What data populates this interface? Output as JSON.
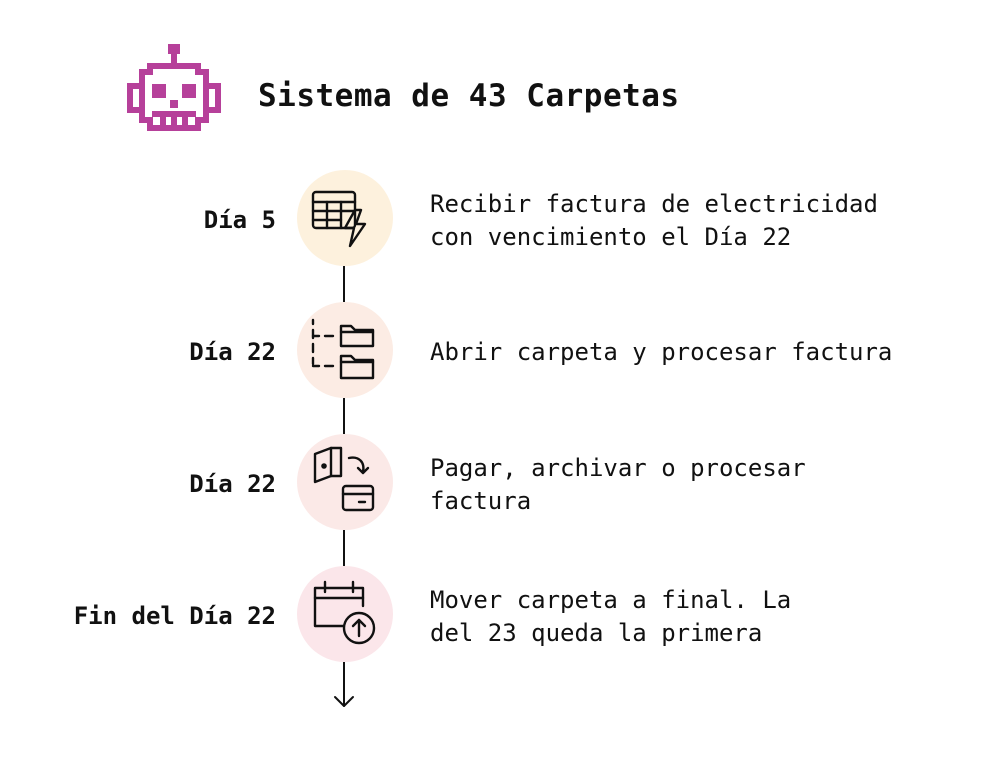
{
  "header": {
    "title": "Sistema de 43 Carpetas",
    "logo_icon": "robot-icon",
    "logo_color": "#b6409a"
  },
  "steps": [
    {
      "day": "Día 5",
      "text": "Recibir factura de electricidad\ncon vencimiento el Día 22",
      "icon": "electric-bill-icon",
      "circle_color": "#fdf1dd"
    },
    {
      "day": "Día 22",
      "text": "Abrir carpeta y procesar factura",
      "icon": "folder-tree-icon",
      "circle_color": "#fcece4"
    },
    {
      "day": "Día 22",
      "text": "Pagar, archivar o procesar\nfactura",
      "icon": "wallet-transfer-icon",
      "circle_color": "#fbe9e7"
    },
    {
      "day": "Fin del Día 22",
      "text": "Mover carpeta a final. La\ndel 23 queda la primera",
      "icon": "calendar-upload-icon",
      "circle_color": "#fbe6ea"
    }
  ]
}
